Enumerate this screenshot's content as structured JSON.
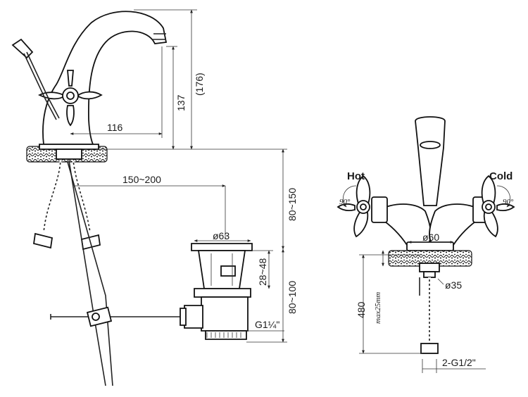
{
  "left_view": {
    "dims": {
      "spout_reach": "116",
      "spout_height": "137",
      "total_height": "(176)",
      "lever_reach": "150~200",
      "waste_diameter": "ø63",
      "waste_range": "28~48",
      "body_height": "80~150",
      "waste_height": "80~100",
      "thread": "G1¼\""
    }
  },
  "right_view": {
    "hot_label": "Hot",
    "cold_label": "Cold",
    "hot_angle": "90°",
    "cold_angle": "90°",
    "dims": {
      "base_diameter": "ø60",
      "shank_diameter": "ø35",
      "hose_length": "480",
      "max_thickness": "max25mm",
      "hose_thread": "2-G1/2\""
    }
  }
}
